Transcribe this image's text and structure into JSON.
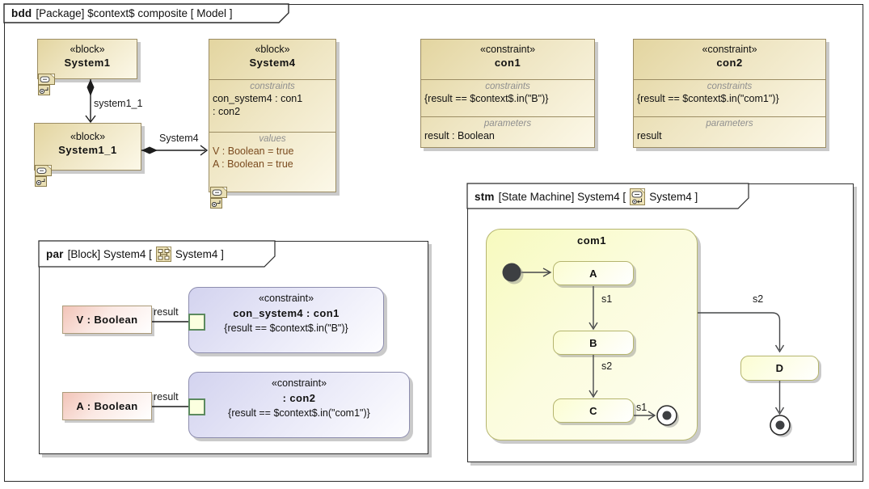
{
  "diagram_tab": {
    "kind": "bdd",
    "rest": "[Package] $context$ composite [ Model ]"
  },
  "bdd": {
    "system1": {
      "stereotype": "«block»",
      "name": "System1"
    },
    "system1_1": {
      "stereotype": "«block»",
      "name": "System1_1"
    },
    "system4": {
      "stereotype": "«block»",
      "name": "System4",
      "constraints_label": "constraints",
      "constraint_lines": [
        "con_system4 : con1",
        ": con2"
      ],
      "values_label": "values",
      "value_lines": [
        "V : Boolean = true",
        "A : Boolean = true"
      ]
    },
    "con1": {
      "stereotype": "«constraint»",
      "name": "con1",
      "constraints_label": "constraints",
      "expr": "{result == $context$.in(\"B\")}",
      "parameters_label": "parameters",
      "param": "result : Boolean"
    },
    "con2": {
      "stereotype": "«constraint»",
      "name": "con2",
      "constraints_label": "constraints",
      "expr": "{result == $context$.in(\"com1\")}",
      "parameters_label": "parameters",
      "param": "result"
    },
    "assoc_system1_1_label": "system1_1",
    "assoc_system4_label": "System4"
  },
  "par": {
    "tab": {
      "kind": "par",
      "rest": "[Block] System4 [",
      "ref": "System4 ]"
    },
    "v_part": "V : Boolean",
    "a_part": "A : Boolean",
    "result1": "result",
    "result2": "result",
    "constraint1": {
      "stereotype": "«constraint»",
      "name": "con_system4 : con1",
      "expr": "{result == $context$.in(\"B\")}"
    },
    "constraint2": {
      "stereotype": "«constraint»",
      "name": ": con2",
      "expr": "{result == $context$.in(\"com1\")}"
    }
  },
  "stm": {
    "tab": {
      "kind": "stm",
      "rest": "[State Machine] System4 [",
      "ref": "System4 ]"
    },
    "composite_state": "com1",
    "state_a": "A",
    "state_b": "B",
    "state_c": "C",
    "state_d": "D",
    "t_s1_ab": "s1",
    "t_s2_bc": "s2",
    "t_s1_c_final": "s1",
    "t_s2_com1_d": "s2"
  },
  "colors": {
    "block_fill": "#e3d5a0",
    "block_border": "#9c8d64",
    "constraint_fill": "#d3d3ef",
    "state_fill": "#fbfdd2",
    "part_fill": "#f2c4b8",
    "port_fill": "#fbffdf",
    "port_border": "#5c8a5f",
    "values_text": "#7a4a1e",
    "shadow": "#8c8c8c"
  }
}
